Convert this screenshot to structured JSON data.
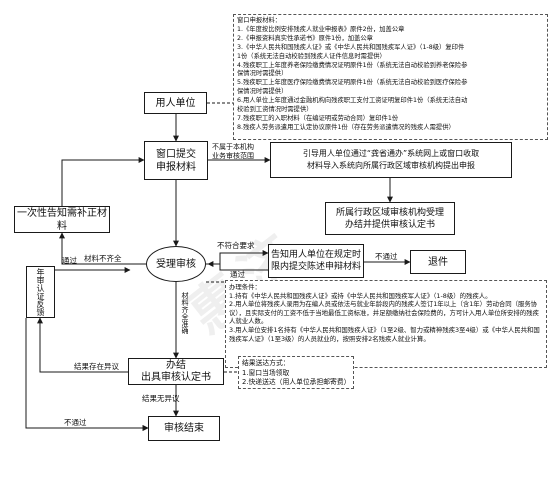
{
  "nodes": {
    "employer": "用人单位",
    "window_submit": [
      "窗口提交",
      "申报材料"
    ],
    "online_guide": [
      "引导用人单位通过“龚省通办”系统网上或窗口收取",
      "材料导入系统向所属行政区域审核机构提出申报"
    ],
    "district_review": [
      "所属行政区域审核机构受理",
      "办结并提供审核认定书"
    ],
    "supplement": "一次性告知需补正材料",
    "review": "受理审核",
    "notify_defense": [
      "告知用人单位在规定时",
      "限内提交陈述申辩材料"
    ],
    "return": "退件",
    "annual_feedback": "年审认证反馈",
    "complete": [
      "办结",
      "出具审核认定书"
    ],
    "end": "审核结束"
  },
  "materials_box": {
    "lines": [
      "窗口申报材料：",
      "1.《年度按比例安排残疾人就业申报表》原件2份，加盖公章",
      "2.《申报资料真实性承诺书》原件1份，加盖公章",
      "3.《中华人民共和国残疾人证》或《中华人民共和国残疾军人证》（1-8级）复印件",
      "  1份（系统无法自动校验到残疾人证件信息时需提供）",
      "4.残疾职工上年度养老保险缴费情况证明原件1份（系统无法自动校验到养老保险参",
      "  保情况时需提供）",
      "5.残疾职工上年度医疗保险缴费情况证明原件1份（系统无法自动校验到医疗保险参",
      "  保情况时需提供）",
      "6.用人单位上年度通过金融机构向残疾职工支付工资证明复印件1份（系统无法自动",
      "  校验到工资情况时需提供）",
      "7.残疾职工的入职材料（在编证明或劳动合同）复印件1份",
      "8.残疾人劳务派遣用工认定协议原件1份（存在劳务派遣情况的残疾人需提供）"
    ]
  },
  "conditions_box": {
    "lines": [
      "办理条件：",
      "1.持有《中华人民共和国残疾人证》或持《中华人民共和国残疾军人证》（1-8级）的残疾人。",
      "2.用人单位将残疾人录用为在编人员或依法与就业年龄段内的残疾人签订1年以上（含1年）劳动合同（服务协议），且实际支付的工资不低于当地最低工资标准，并足额缴纳社会保险费的，方可计入用人单位所安排的残疾人就业人数。",
      "3.用人单位安排1名持有《中华人民共和国残疾人证》（1至2级、智力或精神残疾3至4级）或《中华人民共和国残疾军人证》（1至3级）的人员就业的，按照安排2名残疾人就业计算。"
    ]
  },
  "delivery_box": {
    "lines": [
      "结果送达方式：",
      "1.窗口当场领取",
      "2.快递送达（用人单位承担邮寄费）"
    ]
  },
  "labels": {
    "not_in_scope": [
      "不属于本机构",
      "业务审核范围"
    ],
    "materials_incomplete": "材料不齐全",
    "not_meet": "不符合要求",
    "pass_top": "通过",
    "materials_complete": "材料齐全准确",
    "not_pass_right": "不通过",
    "pass_left": "通过",
    "result_objection": "结果存在异议",
    "no_objection": "结果无异议",
    "not_pass_bottom": "不通过"
  },
  "watermark": "惠济",
  "colors": {
    "line": "#1a1a1a",
    "dashed": "#555555"
  }
}
